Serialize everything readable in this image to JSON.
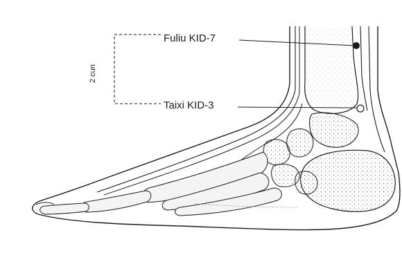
{
  "points": [
    {
      "label": "Fuliu KID-7",
      "marker": "filled-dot"
    },
    {
      "label": "Taixi KID-3",
      "marker": "open-circle"
    }
  ],
  "measure": {
    "label": "2 cun"
  },
  "colors": {
    "ink": "#1a1a1a",
    "background": "#ffffff",
    "bone_fill": "#f4f4f4",
    "shade": "#9a9a9a"
  }
}
